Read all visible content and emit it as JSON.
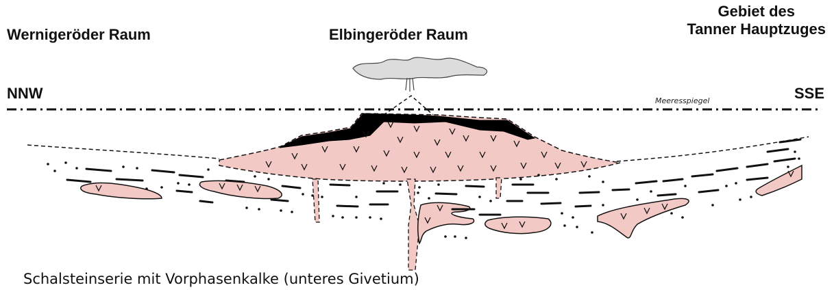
{
  "labels": {
    "left_region": "Wernigeröder Raum",
    "center_region": "Elbingeröder Raum",
    "right_region_line1": "Gebiet des",
    "right_region_line2": "Tanner Hauptzuges",
    "direction_left": "NNW",
    "direction_right": "SSE",
    "sea_level": "Meeresspiegel",
    "caption": "Schalsteinserie mit Vorphasenkalke (unteres Givetium)"
  },
  "colors": {
    "volcanic_fill": "#f3c9c6",
    "outline": "#1a1a1a",
    "cap_black": "#000000",
    "plume": "#dcdcdc"
  }
}
